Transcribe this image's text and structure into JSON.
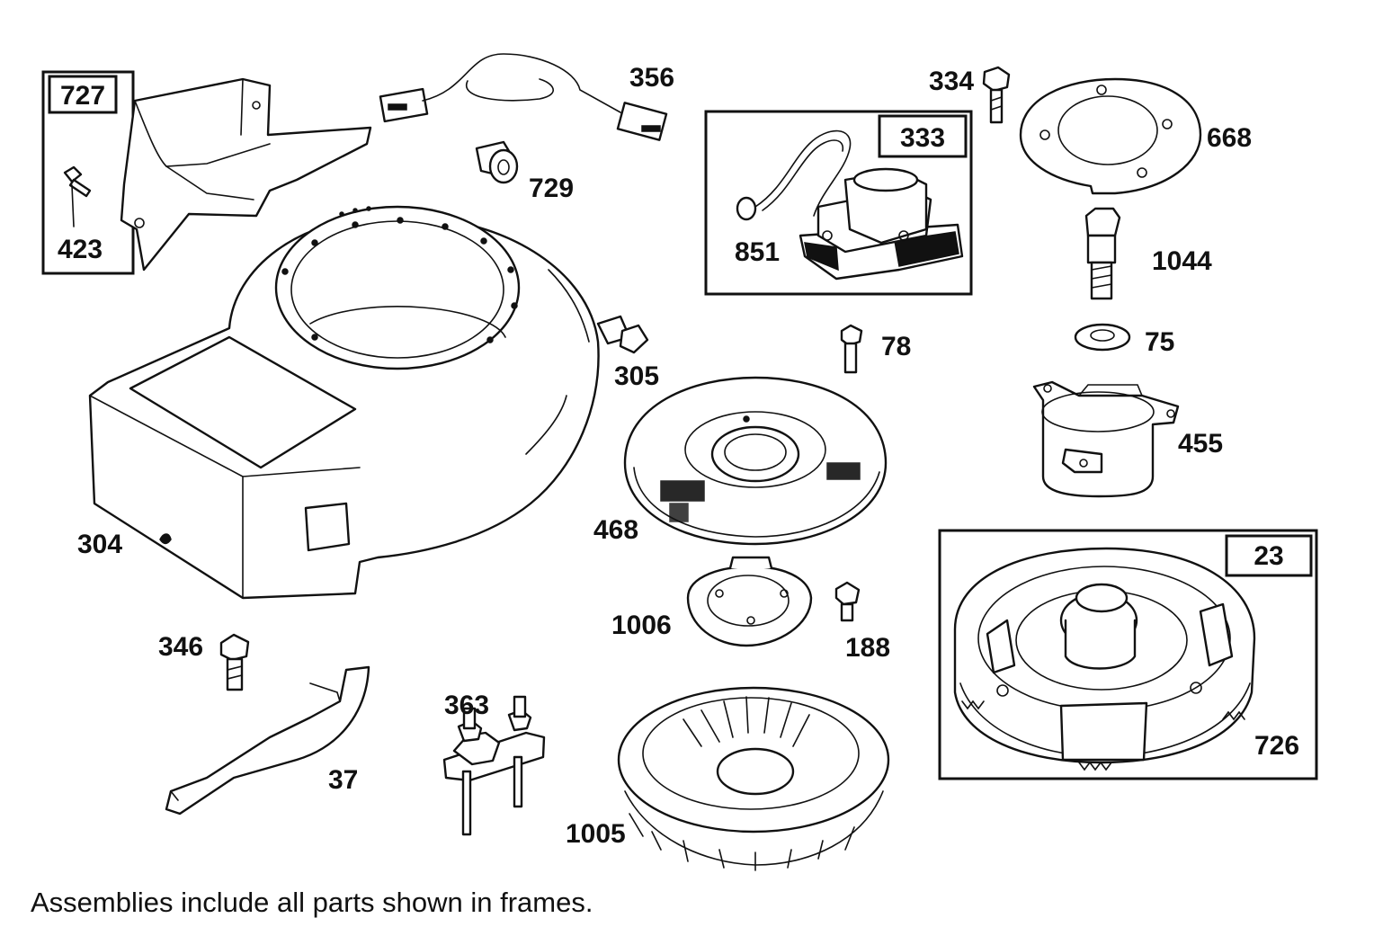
{
  "diagram": {
    "caption": "Assemblies include all parts shown in frames.",
    "frames": [
      {
        "id": "727",
        "tag": "727"
      },
      {
        "id": "333",
        "tag": "333"
      },
      {
        "id": "23",
        "tag": "23"
      }
    ],
    "labels": {
      "p727": "727",
      "p423": "423",
      "p356": "356",
      "p729": "729",
      "p334": "334",
      "p333": "333",
      "p851": "851",
      "p668": "668",
      "p1044": "1044",
      "p75": "75",
      "p78": "78",
      "p305": "305",
      "p455": "455",
      "p468": "468",
      "p304": "304",
      "p23": "23",
      "p1006": "1006",
      "p188": "188",
      "p346": "346",
      "p363": "363",
      "p37": "37",
      "p1005": "1005",
      "p726": "726"
    }
  }
}
